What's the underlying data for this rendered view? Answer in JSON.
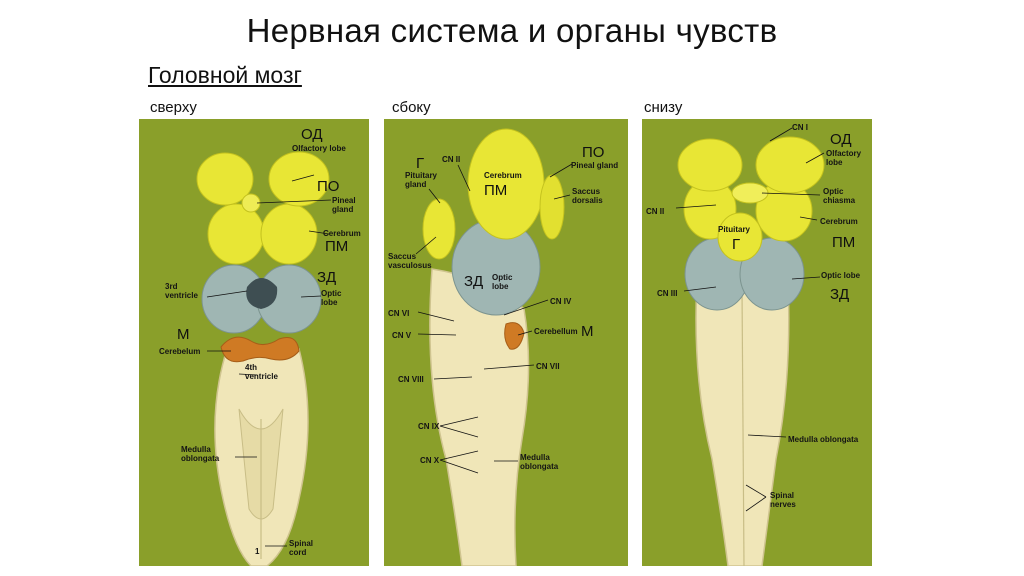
{
  "slide": {
    "title": "Нервная система и органы чувств",
    "subtitle": "Головной мозг"
  },
  "views": {
    "top": {
      "label": "сверху",
      "latin": {
        "olfactory": "Olfactory lobe",
        "pineal": "Pineal gland",
        "cerebrum": "Cerebrum",
        "ventricle3": "3rd ventricle",
        "optic": "Optic lobe",
        "cerebellum": "Cerebelum",
        "ventricle4": "4th ventricle",
        "medulla": "Medulla oblongata",
        "spinal": "Spinal cord",
        "number": "1"
      },
      "ru": {
        "od": "ОД",
        "po": "ПО",
        "pm": "ПМ",
        "zd": "ЗД",
        "m": "М"
      }
    },
    "side": {
      "label": "сбоку",
      "latin": {
        "cn2": "CN II",
        "cerebrum": "Cerebrum",
        "pineal": "Pineal gland",
        "pituitary": "Pituitary gland",
        "saccus_dorsalis": "Saccus dorsalis",
        "saccus_vasc": "Saccus vasculosus",
        "optic": "Optic lobe",
        "cn4": "CN IV",
        "cn6": "CN VI",
        "cn5": "CN V",
        "cerebellum": "Cerebellum",
        "cn7": "CN VII",
        "cn8": "CN VIII",
        "cn9": "CN IX",
        "cn10": "CN X",
        "medulla": "Medulla oblongata"
      },
      "ru": {
        "g": "Г",
        "po": "ПО",
        "pm": "ПМ",
        "zd": "ЗД",
        "m": "М"
      }
    },
    "bottom": {
      "label": "снизу",
      "latin": {
        "cn1": "CN I",
        "olfactory": "Olfactory lobe",
        "chiasma": "Optic chiasma",
        "cn2": "CN II",
        "cerebrum": "Cerebrum",
        "pituitary": "Pituitary",
        "cn3": "CN III",
        "optic": "Optic lobe",
        "medulla": "Medulla oblongata",
        "spinal": "Spinal nerves"
      },
      "ru": {
        "od": "ОД",
        "pm": "ПМ",
        "g": "Г",
        "zd": "ЗД"
      }
    }
  },
  "colors": {
    "background": "#8a9f2a",
    "lobe_yellow": "#e8e635",
    "optic_blue": "#9fb6b3",
    "cerebellum_orange": "#cf7a24",
    "medulla_cream": "#f0e6b8"
  }
}
